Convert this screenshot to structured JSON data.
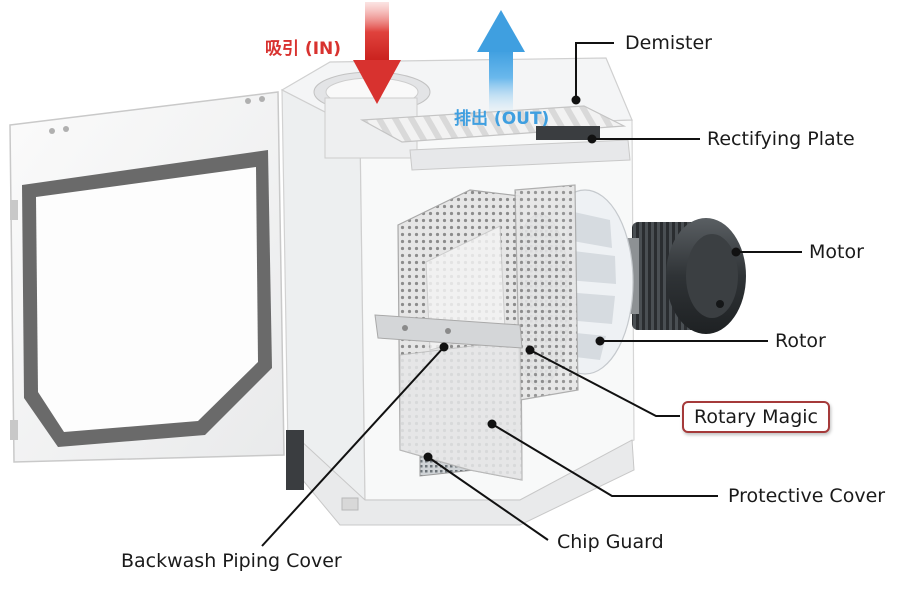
{
  "flows": {
    "intake": "吸引 (IN)",
    "exhaust": "排出 (OUT)"
  },
  "labels": {
    "demister": "Demister",
    "rectifying_plate": "Rectifying Plate",
    "motor": "Motor",
    "rotor": "Rotor",
    "rotary_magic": "Rotary Magic",
    "protective_cover": "Protective Cover",
    "chip_guard": "Chip Guard",
    "backwash_piping_cover": "Backwash Piping Cover"
  },
  "colors": {
    "intake_arrow": "#d8322f",
    "exhaust_arrow": "#3f9fe0",
    "highlight_border": "#a53a3a"
  }
}
